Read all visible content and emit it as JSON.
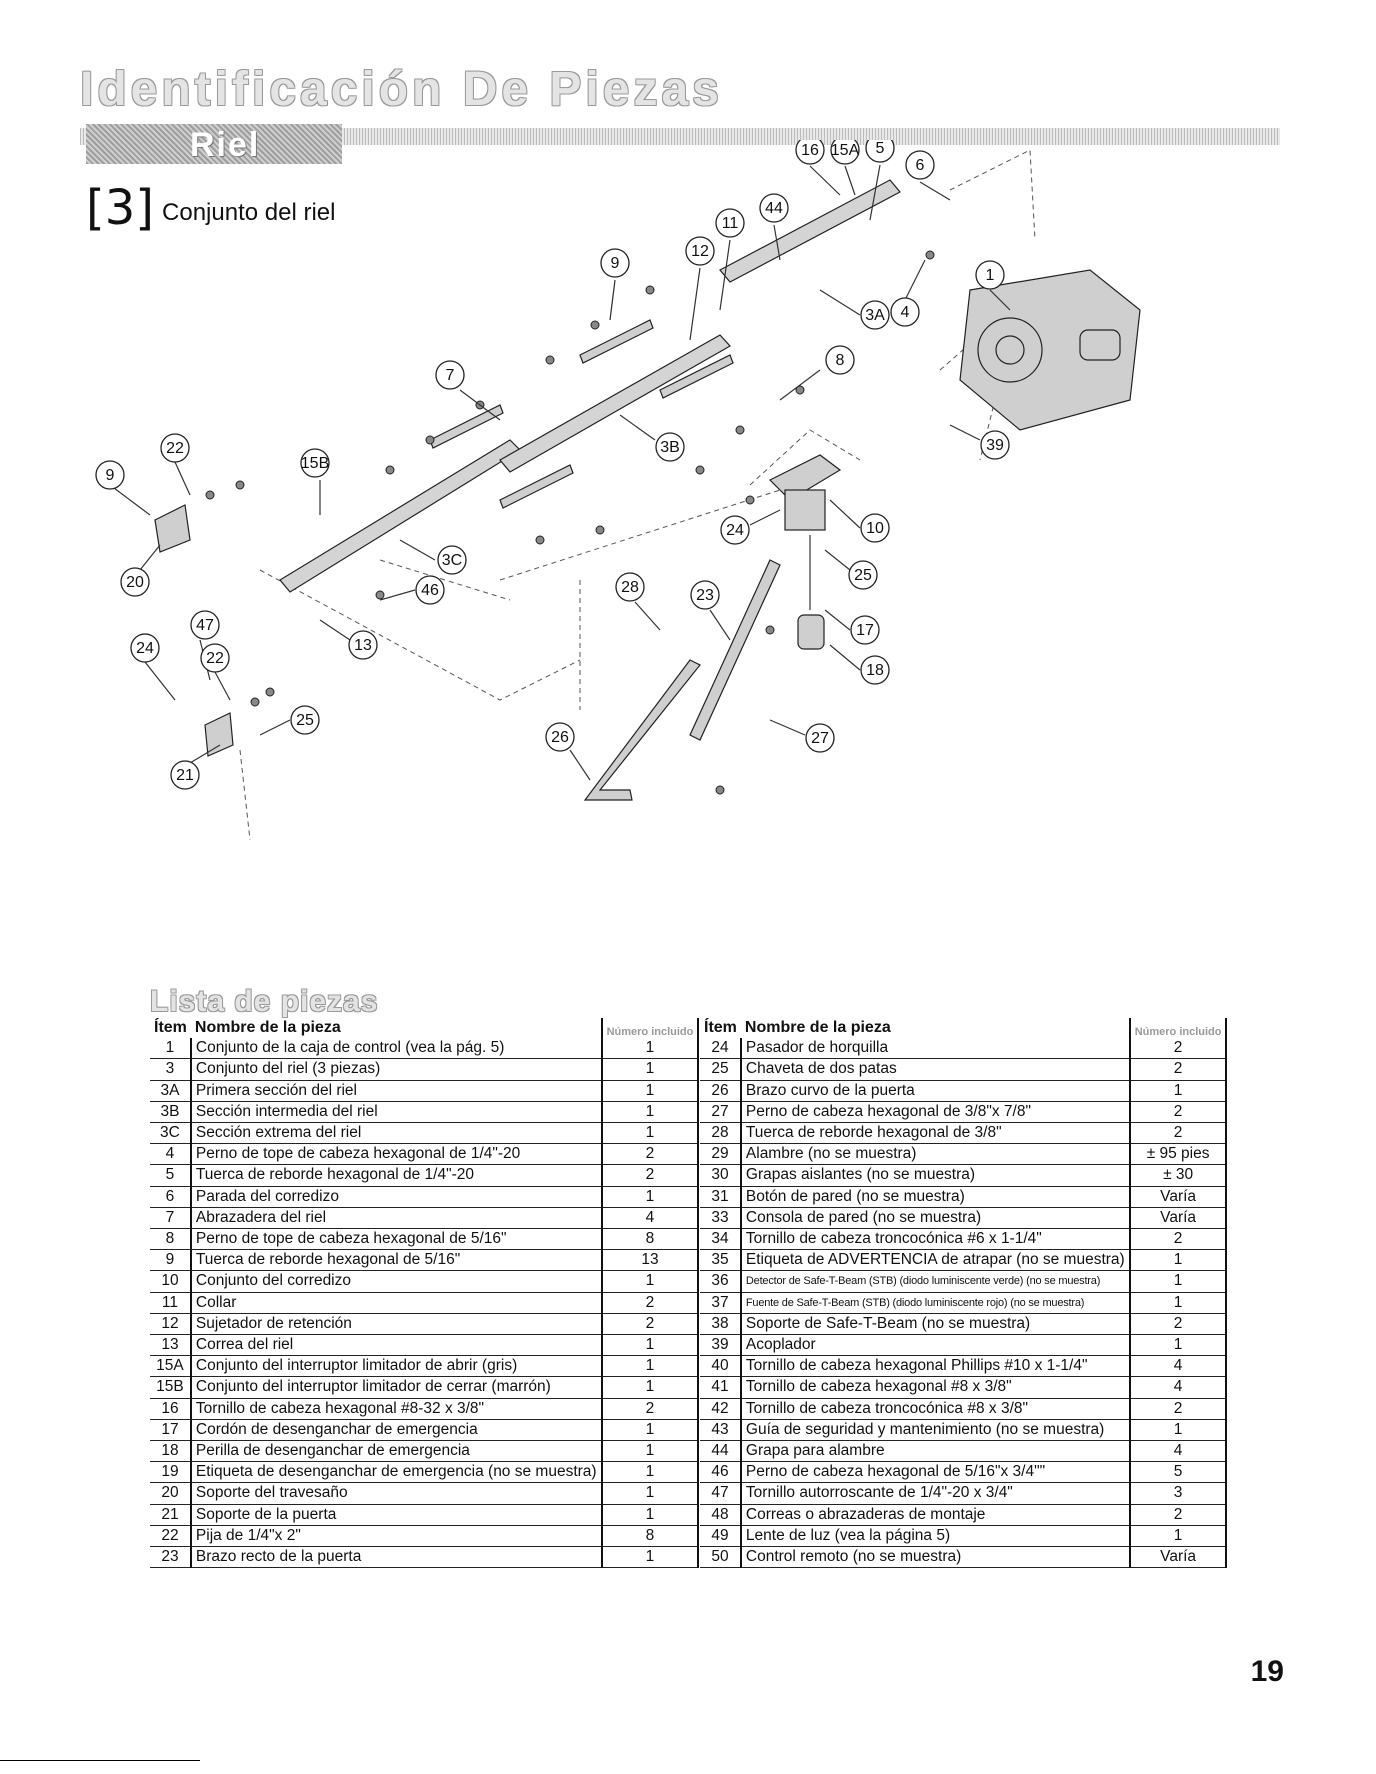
{
  "header": {
    "title": "Identificación De Piezas",
    "banner": "Riel"
  },
  "section": {
    "number": "3",
    "name": "Conjunto del riel"
  },
  "callouts": [
    "16",
    "15A",
    "5",
    "6",
    "44",
    "11",
    "12",
    "9",
    "1",
    "3A",
    "4",
    "8",
    "7",
    "39",
    "3B",
    "22",
    "15B",
    "9",
    "10",
    "24",
    "3C",
    "20",
    "46",
    "25",
    "28",
    "23",
    "47",
    "24",
    "22",
    "13",
    "17",
    "18",
    "25",
    "27",
    "26",
    "21"
  ],
  "parts_list": {
    "title": "Lista de piezas",
    "headers": {
      "item": "Ítem",
      "name": "Nombre de la pieza",
      "qty": "Número incluido"
    },
    "left": [
      {
        "item": "1",
        "name": "Conjunto de la caja de control (vea la pág. 5)",
        "qty": "1"
      },
      {
        "item": "3",
        "name": "Conjunto del riel (3 piezas)",
        "qty": "1"
      },
      {
        "item": "3A",
        "name": "Primera sección del riel",
        "qty": "1"
      },
      {
        "item": "3B",
        "name": "Sección intermedia del riel",
        "qty": "1"
      },
      {
        "item": "3C",
        "name": "Sección extrema del riel",
        "qty": "1"
      },
      {
        "item": "4",
        "name": "Perno de tope de cabeza hexagonal de 1/4\"-20",
        "qty": "2"
      },
      {
        "item": "5",
        "name": "Tuerca de reborde hexagonal de 1/4\"-20",
        "qty": "2"
      },
      {
        "item": "6",
        "name": "Parada del corredizo",
        "qty": "1"
      },
      {
        "item": "7",
        "name": "Abrazadera del riel",
        "qty": "4"
      },
      {
        "item": "8",
        "name": "Perno de tope de cabeza hexagonal de 5/16\"",
        "qty": "8"
      },
      {
        "item": "9",
        "name": "Tuerca de reborde hexagonal de 5/16\"",
        "qty": "13"
      },
      {
        "item": "10",
        "name": "Conjunto del corredizo",
        "qty": "1"
      },
      {
        "item": "11",
        "name": "Collar",
        "qty": "2"
      },
      {
        "item": "12",
        "name": "Sujetador de retención",
        "qty": "2"
      },
      {
        "item": "13",
        "name": "Correa del riel",
        "qty": "1"
      },
      {
        "item": "15A",
        "name": "Conjunto del interruptor limitador de abrir (gris)",
        "qty": "1"
      },
      {
        "item": "15B",
        "name": "Conjunto del interruptor limitador de cerrar (marrón)",
        "qty": "1"
      },
      {
        "item": "16",
        "name": "Tornillo de cabeza hexagonal #8-32 x 3/8\"",
        "qty": "2"
      },
      {
        "item": "17",
        "name": "Cordón de desenganchar de emergencia",
        "qty": "1"
      },
      {
        "item": "18",
        "name": "Perilla de desenganchar de emergencia",
        "qty": "1"
      },
      {
        "item": "19",
        "name": "Etiqueta de desenganchar de emergencia (no se muestra)",
        "qty": "1"
      },
      {
        "item": "20",
        "name": "Soporte del travesaño",
        "qty": "1"
      },
      {
        "item": "21",
        "name": "Soporte de la puerta",
        "qty": "1"
      },
      {
        "item": "22",
        "name": "Pija de 1/4\"x 2\"",
        "qty": "8"
      },
      {
        "item": "23",
        "name": "Brazo recto de la puerta",
        "qty": "1"
      }
    ],
    "right": [
      {
        "item": "24",
        "name": "Pasador de horquilla",
        "qty": "2"
      },
      {
        "item": "25",
        "name": "Chaveta de dos patas",
        "qty": "2"
      },
      {
        "item": "26",
        "name": "Brazo curvo de la puerta",
        "qty": "1"
      },
      {
        "item": "27",
        "name": "Perno de cabeza hexagonal de 3/8\"x 7/8\"",
        "qty": "2"
      },
      {
        "item": "28",
        "name": "Tuerca de reborde hexagonal de 3/8\"",
        "qty": "2"
      },
      {
        "item": "29",
        "name": "Alambre (no se muestra)",
        "qty": "± 95 pies"
      },
      {
        "item": "30",
        "name": "Grapas aislantes (no se muestra)",
        "qty": "± 30"
      },
      {
        "item": "31",
        "name": "Botón de pared (no se muestra)",
        "qty": "Varía"
      },
      {
        "item": "33",
        "name": "Consola de pared (no se muestra)",
        "qty": "Varía"
      },
      {
        "item": "34",
        "name": "Tornillo de cabeza troncocónica #6 x 1-1/4\"",
        "qty": "2"
      },
      {
        "item": "35",
        "name": "Etiqueta de ADVERTENCIA de atrapar (no se muestra)",
        "qty": "1"
      },
      {
        "item": "36",
        "name": "Detector de Safe-T-Beam (STB) (diodo luminiscente verde) (no se muestra)",
        "qty": "1",
        "small": true
      },
      {
        "item": "37",
        "name": "Fuente de Safe-T-Beam (STB) (diodo luminiscente rojo) (no se muestra)",
        "qty": "1",
        "small": true
      },
      {
        "item": "38",
        "name": "Soporte de Safe-T-Beam (no se muestra)",
        "qty": "2"
      },
      {
        "item": "39",
        "name": "Acoplador",
        "qty": "1"
      },
      {
        "item": "40",
        "name": "Tornillo de cabeza hexagonal Phillips #10 x 1-1/4\"",
        "qty": "4"
      },
      {
        "item": "41",
        "name": "Tornillo de cabeza hexagonal #8 x 3/8\"",
        "qty": "4"
      },
      {
        "item": "42",
        "name": "Tornillo de cabeza troncocónica #8 x 3/8\"",
        "qty": "2"
      },
      {
        "item": "43",
        "name": "Guía de seguridad y mantenimiento (no se muestra)",
        "qty": "1"
      },
      {
        "item": "44",
        "name": "Grapa para alambre",
        "qty": "4"
      },
      {
        "item": "46",
        "name": "Perno de cabeza hexagonal de 5/16\"x 3/4\"\"",
        "qty": "5"
      },
      {
        "item": "47",
        "name": "Tornillo autorroscante de 1/4\"-20 x 3/4\"",
        "qty": "3"
      },
      {
        "item": "48",
        "name": "Correas o abrazaderas de montaje",
        "qty": "2"
      },
      {
        "item": "49",
        "name": "Lente de luz (vea la página 5)",
        "qty": "1"
      },
      {
        "item": "50",
        "name": "Control remoto (no se muestra)",
        "qty": "Varía"
      }
    ]
  },
  "page_number": "19"
}
